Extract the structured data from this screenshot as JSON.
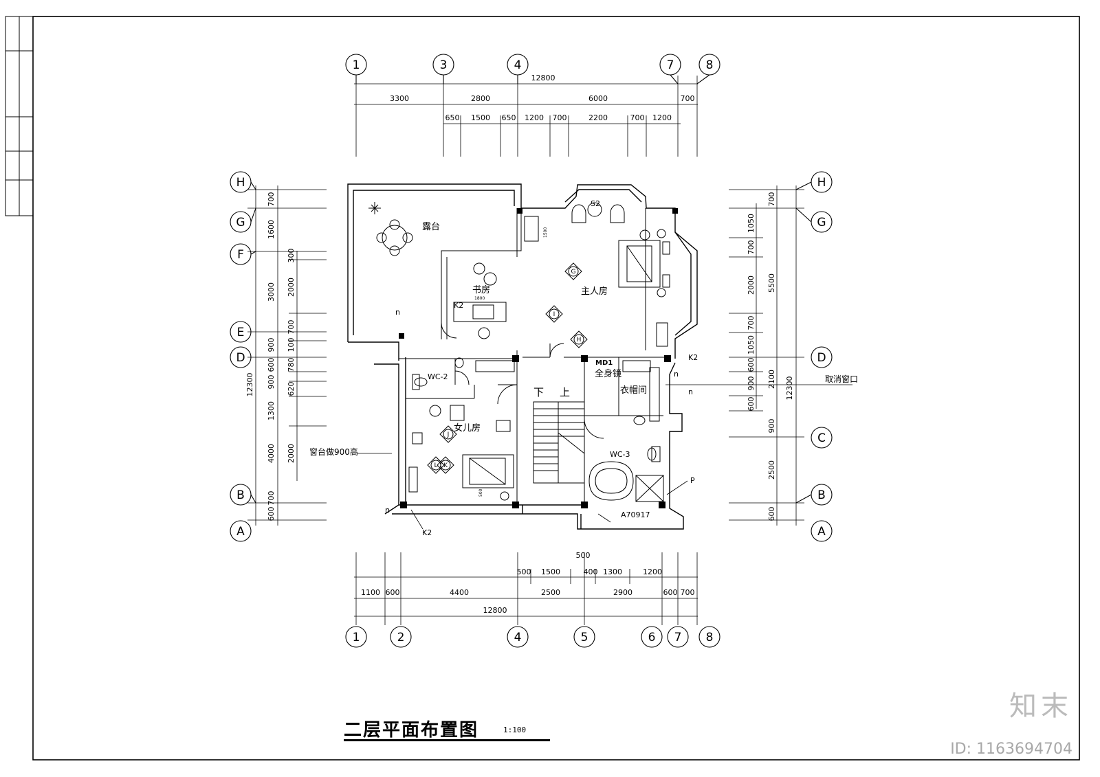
{
  "drawing": {
    "title": "二层平面布置图",
    "scale": "1:100",
    "watermark_brand": "知末",
    "watermark_id": "ID: 1163694704"
  },
  "axes_top": [
    "1",
    "3",
    "4",
    "7",
    "8"
  ],
  "axes_bottom": [
    "1",
    "2",
    "4",
    "5",
    "6",
    "7",
    "8"
  ],
  "axes_left": [
    "H",
    "G",
    "F",
    "E",
    "D",
    "B",
    "A"
  ],
  "axes_right": [
    "H",
    "G",
    "D",
    "C",
    "B",
    "A"
  ],
  "dims_top_total": "12800",
  "dims_top_row1": [
    "3300",
    "2800",
    "6000",
    "700"
  ],
  "dims_top_row2": [
    "650",
    "1500",
    "650",
    "1200",
    "700",
    "2200",
    "700",
    "1200"
  ],
  "dims_bottom_total": "12800",
  "dims_bottom_row1": [
    "1100",
    "600",
    "4400",
    "2500",
    "2900",
    "600",
    "700"
  ],
  "dims_bottom_row2": [
    "500",
    "1500",
    "400",
    "1300",
    "1200"
  ],
  "dims_bottom_extra": "500",
  "dims_left_outer": [
    "700",
    "1600",
    "3000",
    "900",
    "600",
    "900",
    "1300",
    "4000",
    "700",
    "600"
  ],
  "dims_left_inner": [
    "300",
    "2000",
    "700",
    "100",
    "780",
    "620",
    "2000"
  ],
  "dims_left_total": "12300",
  "dims_right_outer": [
    "700",
    "5500",
    "2100",
    "900",
    "2500",
    "600"
  ],
  "dims_right_inner": [
    "1050",
    "700",
    "2000",
    "700",
    "1050",
    "600",
    "900",
    "600"
  ],
  "dims_right_total": "12300",
  "rooms": {
    "terrace": "露台",
    "study": "书房",
    "master": "主人房",
    "wc2": "WC-2",
    "wc3": "WC-3",
    "daughter": "女儿房",
    "closet": "衣帽间",
    "mirror": "全身镜",
    "stair_down": "下",
    "stair_up": "上"
  },
  "notes": {
    "cancel_window": "取消窗口",
    "sill": "窗台做900高",
    "md1": "MD1",
    "k2_a": "K2",
    "k2_b": "K2",
    "k2_c": "K2",
    "s2": "S2",
    "p": "P",
    "a70917": "A70917",
    "n1": "n",
    "n2": "n",
    "n3": "n",
    "n4": "n",
    "d1500": "1500",
    "d1800": "1800",
    "d500": "500"
  },
  "index_markers": [
    "G",
    "I",
    "H",
    "J",
    "K",
    "L"
  ]
}
